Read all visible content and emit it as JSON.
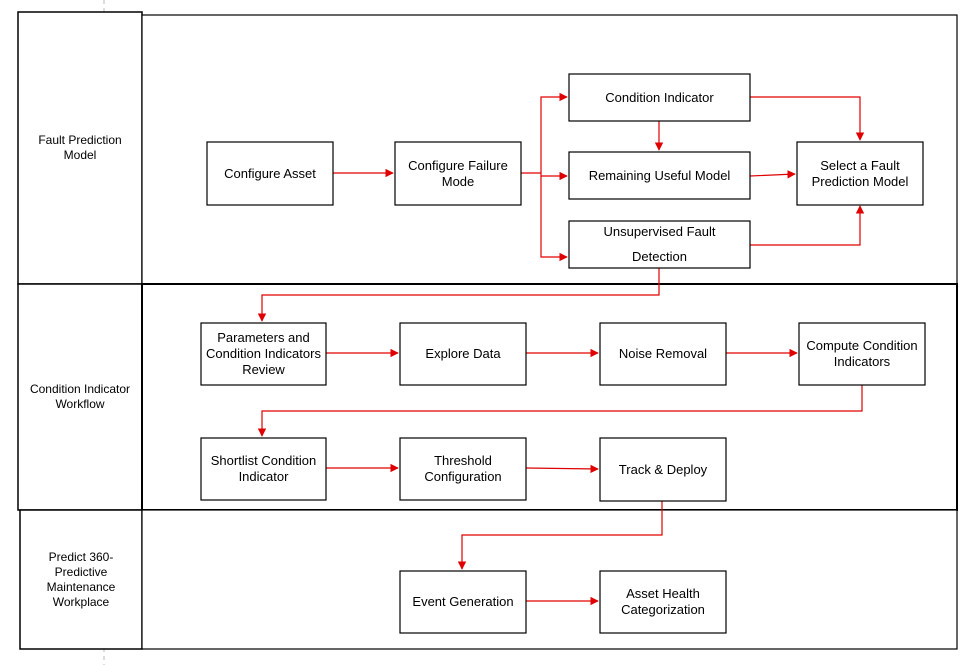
{
  "diagram": {
    "lanes": {
      "fault_prediction": {
        "label": "Fault Prediction\nModel"
      },
      "condition_indicator": {
        "label": "Condition Indicator\nWorkflow"
      },
      "predict360": {
        "label": "Predict 360-\nPredictive\nMaintenance\nWorkplace"
      }
    },
    "nodes": {
      "configure_asset": "Configure Asset",
      "configure_failure_mode": "Configure Failure\nMode",
      "condition_indicator": "Condition Indicator",
      "remaining_useful_model": "Remaining Useful Model",
      "unsupervised_fault_detection": "Unsupervised Fault\n\nDetection",
      "select_fault_prediction_model": "Select a Fault\nPrediction Model",
      "parameters_ci_review": "Parameters and\nCondition Indicators\nReview",
      "explore_data": "Explore Data",
      "noise_removal": "Noise Removal",
      "compute_condition_indicators": "Compute Condition\nIndicators",
      "shortlist_condition_indicator": "Shortlist Condition\nIndicator",
      "threshold_configuration": "Threshold\nConfiguration",
      "track_deploy": "Track & Deploy",
      "event_generation": "Event Generation",
      "asset_health_categorization": "Asset Health\nCategorization"
    },
    "edges": [
      [
        "configure_asset",
        "configure_failure_mode"
      ],
      [
        "configure_failure_mode",
        "condition_indicator"
      ],
      [
        "configure_failure_mode",
        "remaining_useful_model"
      ],
      [
        "configure_failure_mode",
        "unsupervised_fault_detection"
      ],
      [
        "condition_indicator",
        "remaining_useful_model"
      ],
      [
        "condition_indicator",
        "select_fault_prediction_model"
      ],
      [
        "remaining_useful_model",
        "select_fault_prediction_model"
      ],
      [
        "unsupervised_fault_detection",
        "select_fault_prediction_model"
      ],
      [
        "unsupervised_fault_detection",
        "parameters_ci_review"
      ],
      [
        "parameters_ci_review",
        "explore_data"
      ],
      [
        "explore_data",
        "noise_removal"
      ],
      [
        "noise_removal",
        "compute_condition_indicators"
      ],
      [
        "compute_condition_indicators",
        "shortlist_condition_indicator"
      ],
      [
        "shortlist_condition_indicator",
        "threshold_configuration"
      ],
      [
        "threshold_configuration",
        "track_deploy"
      ],
      [
        "track_deploy",
        "event_generation"
      ],
      [
        "event_generation",
        "asset_health_categorization"
      ]
    ]
  }
}
